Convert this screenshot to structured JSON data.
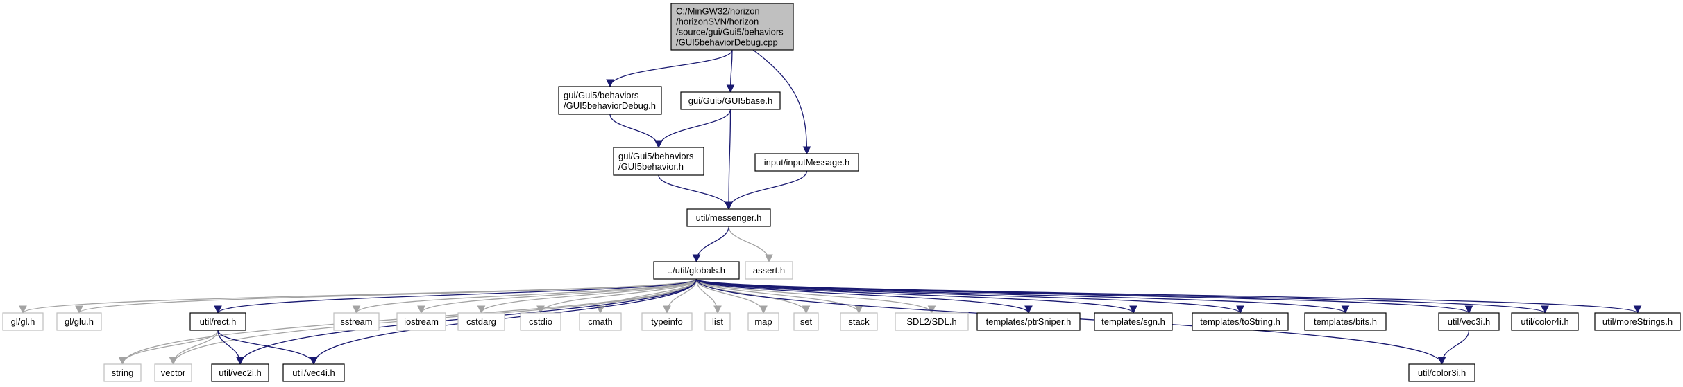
{
  "colors": {
    "edge": "#191970",
    "edge_system": "#a3a3a3",
    "root_fill": "#c0c0c0",
    "node_border": "#000000",
    "system_border": "#bfbfbf",
    "background": "#ffffff",
    "text": "#000000"
  },
  "nodes": [
    {
      "id": "root",
      "lines": [
        "C:/MinGW32/horizon",
        "/horizonSVN/horizon",
        "/source/gui/Gui5/behaviors",
        "/GUI5behaviorDebug.cpp"
      ],
      "kind": "root"
    },
    {
      "id": "debugh",
      "lines": [
        "gui/Gui5/behaviors",
        "/GUI5behaviorDebug.h"
      ],
      "kind": "header"
    },
    {
      "id": "gui5base",
      "lines": [
        "gui/Gui5/GUI5base.h"
      ],
      "kind": "header"
    },
    {
      "id": "inputmsg",
      "lines": [
        "input/inputMessage.h"
      ],
      "kind": "header"
    },
    {
      "id": "behaviorh",
      "lines": [
        "gui/Gui5/behaviors",
        "/GUI5behavior.h"
      ],
      "kind": "header"
    },
    {
      "id": "messenger",
      "lines": [
        "util/messenger.h"
      ],
      "kind": "header"
    },
    {
      "id": "globals",
      "lines": [
        "../util/globals.h"
      ],
      "kind": "header"
    },
    {
      "id": "assert",
      "lines": [
        "assert.h"
      ],
      "kind": "system"
    },
    {
      "id": "glh",
      "lines": [
        "gl/gl.h"
      ],
      "kind": "system"
    },
    {
      "id": "gluh",
      "lines": [
        "gl/glu.h"
      ],
      "kind": "system"
    },
    {
      "id": "recth",
      "lines": [
        "util/rect.h"
      ],
      "kind": "header"
    },
    {
      "id": "sstream",
      "lines": [
        "sstream"
      ],
      "kind": "system"
    },
    {
      "id": "iostream",
      "lines": [
        "iostream"
      ],
      "kind": "system"
    },
    {
      "id": "cstdarg",
      "lines": [
        "cstdarg"
      ],
      "kind": "system"
    },
    {
      "id": "cstdio",
      "lines": [
        "cstdio"
      ],
      "kind": "system"
    },
    {
      "id": "cmath",
      "lines": [
        "cmath"
      ],
      "kind": "system"
    },
    {
      "id": "typeinfo",
      "lines": [
        "typeinfo"
      ],
      "kind": "system"
    },
    {
      "id": "list",
      "lines": [
        "list"
      ],
      "kind": "system"
    },
    {
      "id": "map",
      "lines": [
        "map"
      ],
      "kind": "system"
    },
    {
      "id": "set",
      "lines": [
        "set"
      ],
      "kind": "system"
    },
    {
      "id": "stack",
      "lines": [
        "stack"
      ],
      "kind": "system"
    },
    {
      "id": "sdl",
      "lines": [
        "SDL2/SDL.h"
      ],
      "kind": "system"
    },
    {
      "id": "ptrsniper",
      "lines": [
        "templates/ptrSniper.h"
      ],
      "kind": "header"
    },
    {
      "id": "sgn",
      "lines": [
        "templates/sgn.h"
      ],
      "kind": "header"
    },
    {
      "id": "tostring",
      "lines": [
        "templates/toString.h"
      ],
      "kind": "header"
    },
    {
      "id": "bits",
      "lines": [
        "templates/bits.h"
      ],
      "kind": "header"
    },
    {
      "id": "vec3i",
      "lines": [
        "util/vec3i.h"
      ],
      "kind": "header"
    },
    {
      "id": "color4i",
      "lines": [
        "util/color4i.h"
      ],
      "kind": "header"
    },
    {
      "id": "morestrings",
      "lines": [
        "util/moreStrings.h"
      ],
      "kind": "header"
    },
    {
      "id": "string",
      "lines": [
        "string"
      ],
      "kind": "system"
    },
    {
      "id": "vector",
      "lines": [
        "vector"
      ],
      "kind": "system"
    },
    {
      "id": "vec2i",
      "lines": [
        "util/vec2i.h"
      ],
      "kind": "header"
    },
    {
      "id": "vec4i",
      "lines": [
        "util/vec4i.h"
      ],
      "kind": "header"
    },
    {
      "id": "color3i",
      "lines": [
        "util/color3i.h"
      ],
      "kind": "header"
    }
  ],
  "edges": [
    [
      "root",
      "debugh"
    ],
    [
      "root",
      "gui5base"
    ],
    [
      "root",
      "inputmsg"
    ],
    [
      "debugh",
      "behaviorh"
    ],
    [
      "gui5base",
      "behaviorh"
    ],
    [
      "gui5base",
      "messenger"
    ],
    [
      "behaviorh",
      "messenger"
    ],
    [
      "inputmsg",
      "messenger"
    ],
    [
      "messenger",
      "globals"
    ],
    [
      "messenger",
      "assert"
    ],
    [
      "globals",
      "glh"
    ],
    [
      "globals",
      "gluh"
    ],
    [
      "globals",
      "recth"
    ],
    [
      "globals",
      "sstream"
    ],
    [
      "globals",
      "iostream"
    ],
    [
      "globals",
      "cstdarg"
    ],
    [
      "globals",
      "cstdio"
    ],
    [
      "globals",
      "cmath"
    ],
    [
      "globals",
      "typeinfo"
    ],
    [
      "globals",
      "list"
    ],
    [
      "globals",
      "map"
    ],
    [
      "globals",
      "set"
    ],
    [
      "globals",
      "stack"
    ],
    [
      "globals",
      "sdl"
    ],
    [
      "globals",
      "ptrsniper"
    ],
    [
      "globals",
      "sgn"
    ],
    [
      "globals",
      "tostring"
    ],
    [
      "globals",
      "bits"
    ],
    [
      "globals",
      "vec3i"
    ],
    [
      "globals",
      "color4i"
    ],
    [
      "globals",
      "morestrings"
    ],
    [
      "globals",
      "string"
    ],
    [
      "globals",
      "vector"
    ],
    [
      "globals",
      "vec2i"
    ],
    [
      "globals",
      "vec4i"
    ],
    [
      "globals",
      "color3i"
    ],
    [
      "recth",
      "string"
    ],
    [
      "recth",
      "vector"
    ],
    [
      "recth",
      "vec2i"
    ],
    [
      "recth",
      "vec4i"
    ],
    [
      "vec3i",
      "color3i"
    ]
  ]
}
